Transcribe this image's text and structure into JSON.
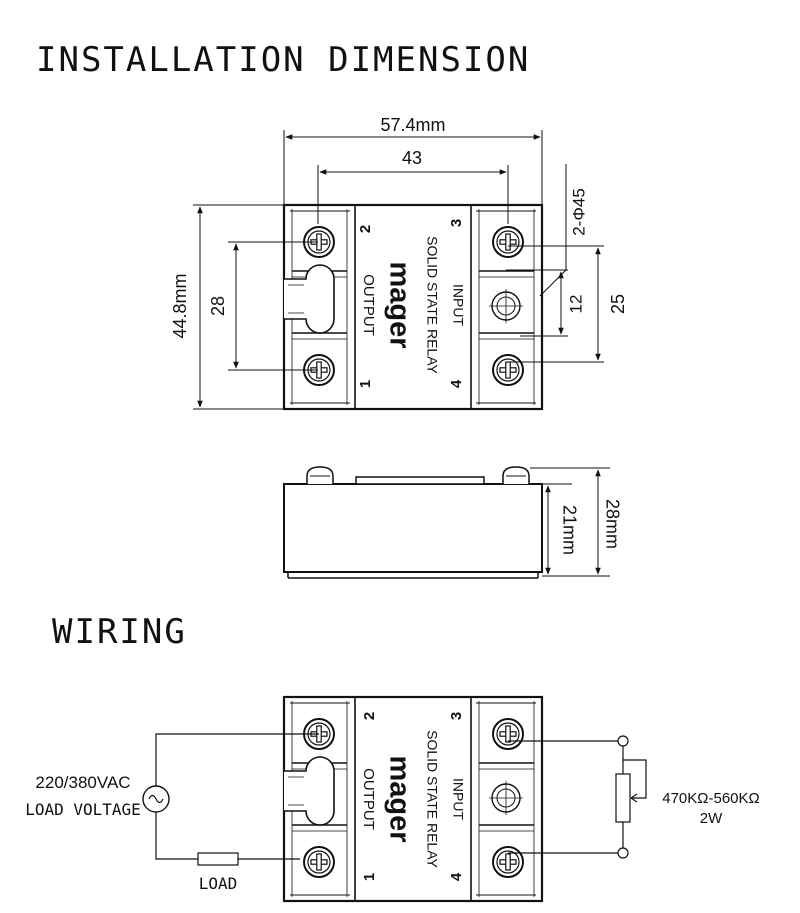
{
  "headings": {
    "installation": "INSTALLATION DIMENSION",
    "wiring": "WIRING"
  },
  "dimensions": {
    "width_total": "57.4mm",
    "hole_spacing": "43",
    "height_total": "44.8mm",
    "output_terminal_spacing": "28",
    "hole_diameter": "2-Φ45",
    "hole_offset": "12",
    "input_terminal_spacing": "25",
    "body_height": "21mm",
    "total_height": "28mm"
  },
  "relay": {
    "brand": "mager",
    "name": "SOLID STATE RELAY",
    "output_label": "OUTPUT",
    "input_label": "INPUT",
    "terminals": {
      "t1": "1",
      "t2": "2",
      "t3": "3",
      "t4": "4"
    }
  },
  "wiring": {
    "voltage": "220/380VAC",
    "voltage_caption": "LOAD VOLTAGE",
    "load": "LOAD",
    "resistor": "470KΩ-560KΩ",
    "resistor_power": "2W"
  }
}
